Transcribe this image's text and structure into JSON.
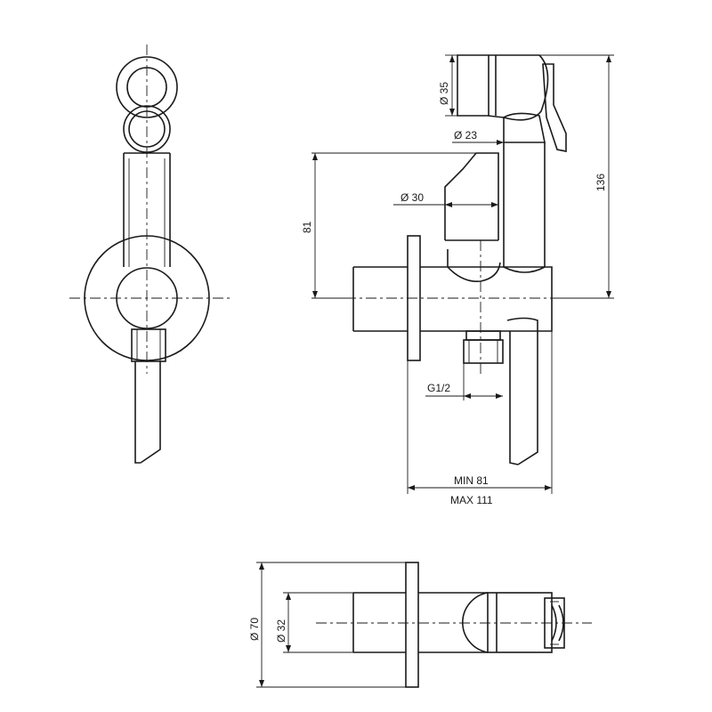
{
  "dimensions": {
    "d35": "Ø 35",
    "d23": "Ø 23",
    "d30": "Ø 30",
    "h81": "81",
    "h136": "136",
    "thread": "G1/2",
    "min": "MIN 81",
    "max": "MAX 111",
    "d70": "Ø 70",
    "d32": "Ø 32"
  }
}
